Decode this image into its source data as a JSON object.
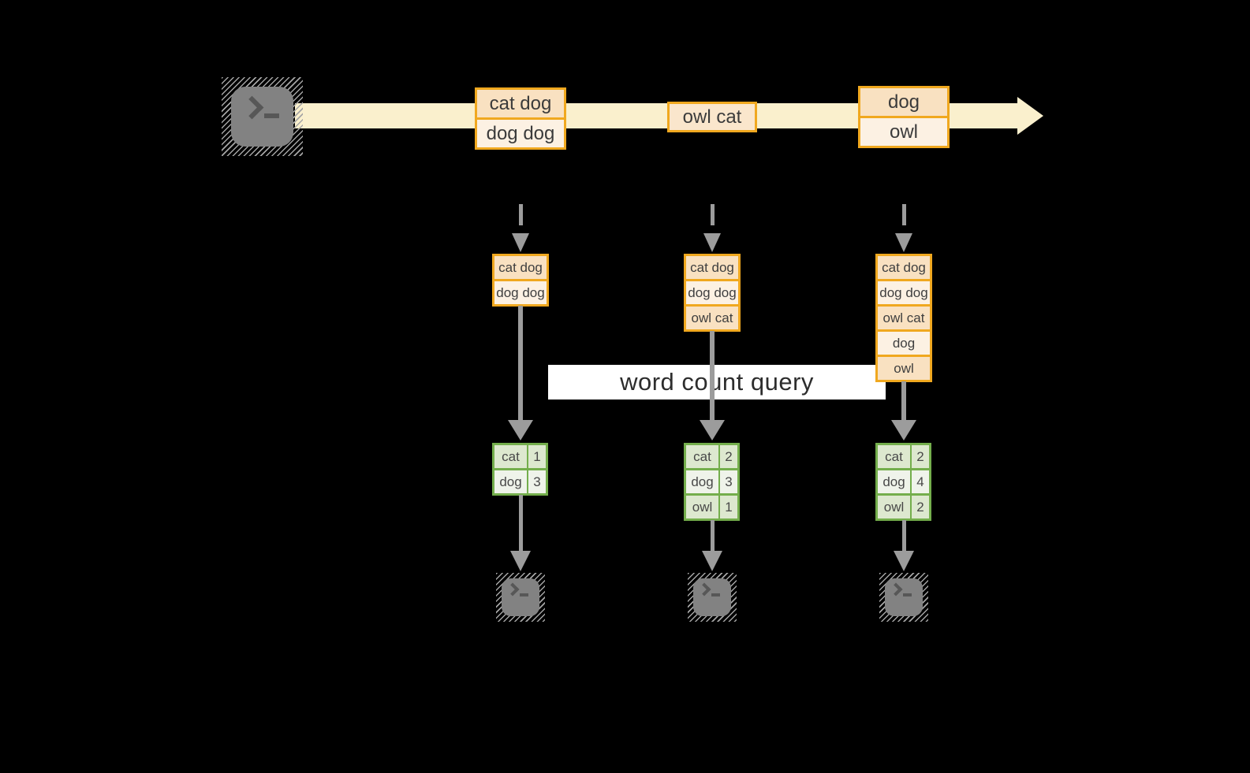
{
  "diagram": {
    "banner": "word count query",
    "stream": {
      "events": [
        {
          "rows": [
            "cat dog",
            "dog dog"
          ]
        },
        {
          "rows": [
            "owl cat"
          ]
        },
        {
          "rows": [
            "dog",
            "owl"
          ]
        }
      ]
    },
    "columns": [
      {
        "batch": [
          "cat dog",
          "dog dog"
        ],
        "counts": [
          {
            "word": "cat",
            "count": "1"
          },
          {
            "word": "dog",
            "count": "3"
          }
        ]
      },
      {
        "batch": [
          "cat dog",
          "dog dog",
          "owl cat"
        ],
        "counts": [
          {
            "word": "cat",
            "count": "2"
          },
          {
            "word": "dog",
            "count": "3"
          },
          {
            "word": "owl",
            "count": "1"
          }
        ]
      },
      {
        "batch": [
          "cat dog",
          "dog dog",
          "owl cat",
          "dog",
          "owl"
        ],
        "counts": [
          {
            "word": "cat",
            "count": "2"
          },
          {
            "word": "dog",
            "count": "4"
          },
          {
            "word": "owl",
            "count": "2"
          }
        ]
      }
    ],
    "icons": {
      "source": "terminal-icon",
      "outputs": [
        "terminal-icon",
        "terminal-icon",
        "terminal-icon"
      ]
    },
    "colors": {
      "background": "#000000",
      "stream_band": "#FAF0CD",
      "box_border": "#F0A81F",
      "box_fill_peach": "#F9E1C1",
      "box_fill_peach_mid": "#FAE6CC",
      "box_fill_cream": "#FCF1E3",
      "table_border": "#74AE4C",
      "table_fill_green": "#DDE8CF",
      "table_fill_light": "#EFF3EA",
      "arrow_gray": "#9C9C9C",
      "terminal_gray": "#828282",
      "banner_bg": "#FFFFFF",
      "text_dark": "#3B3B3B"
    }
  }
}
